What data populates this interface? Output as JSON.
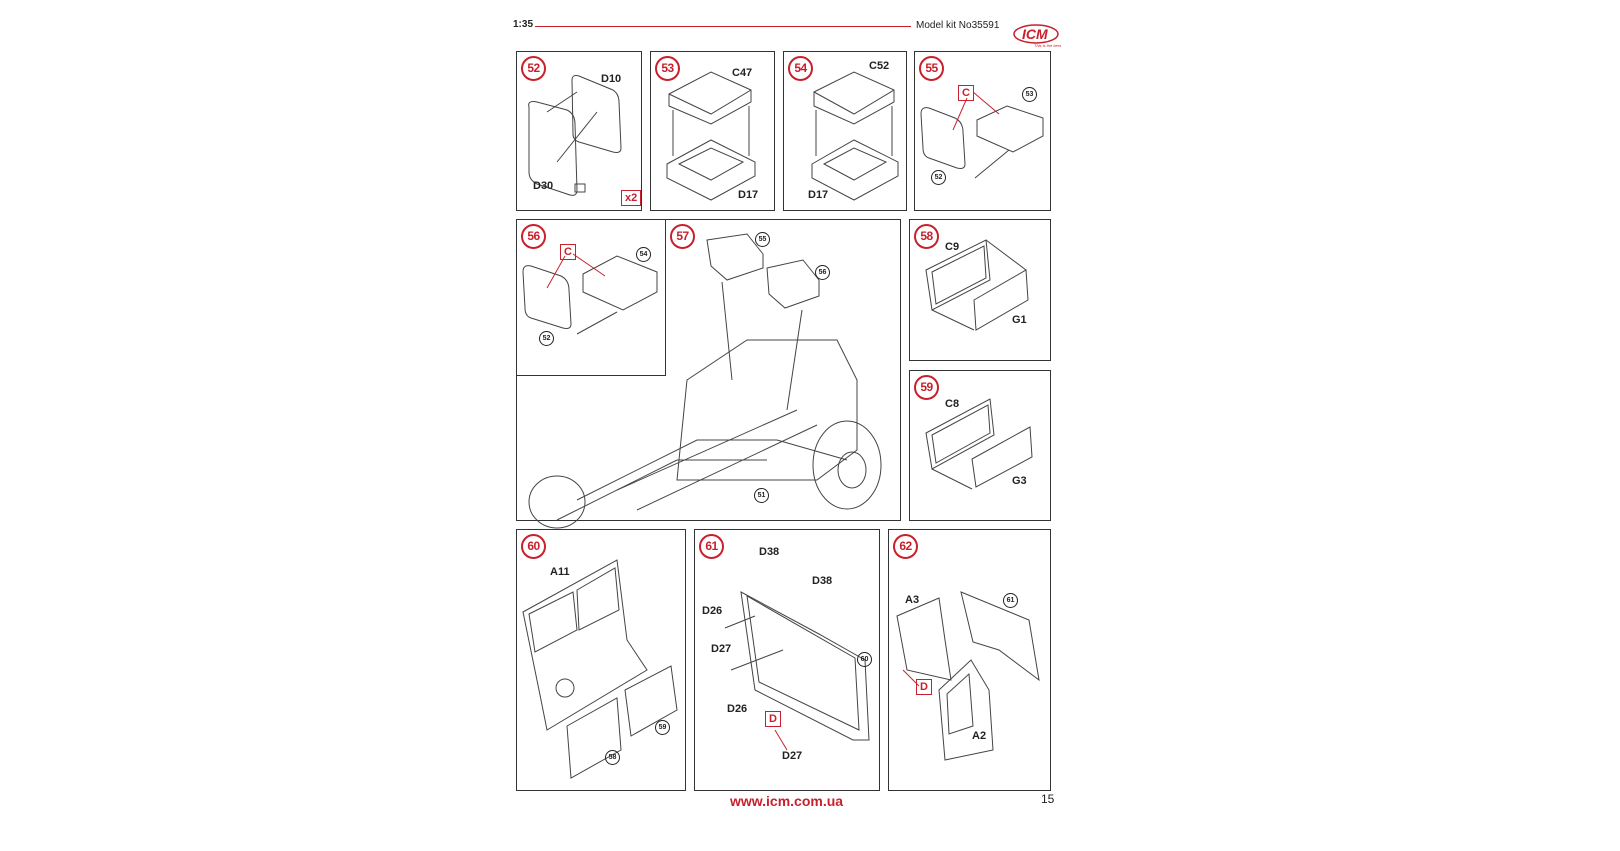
{
  "header": {
    "scale": "1:35",
    "model_kit": "Model kit No35591",
    "logo_text": "ICM",
    "logo_tagline": "This is the best"
  },
  "footer": {
    "website": "www.icm.com.ua",
    "page_number": "15"
  },
  "steps": {
    "s52": {
      "number": "52",
      "parts": [
        "D10",
        "D30"
      ],
      "multiplier": "x2"
    },
    "s53": {
      "number": "53",
      "parts": [
        "C47",
        "D17"
      ]
    },
    "s54": {
      "number": "54",
      "parts": [
        "C52",
        "D17"
      ]
    },
    "s55": {
      "number": "55",
      "color_code": "C",
      "refs": [
        "53",
        "52"
      ]
    },
    "s56": {
      "number": "56",
      "color_code": "C",
      "refs": [
        "54",
        "52"
      ]
    },
    "s57": {
      "number": "57",
      "refs": [
        "55",
        "56",
        "51"
      ]
    },
    "s58": {
      "number": "58",
      "parts": [
        "C9",
        "G1"
      ]
    },
    "s59": {
      "number": "59",
      "parts": [
        "C8",
        "G3"
      ]
    },
    "s60": {
      "number": "60",
      "parts": [
        "A11"
      ],
      "refs": [
        "59",
        "58"
      ]
    },
    "s61": {
      "number": "61",
      "parts": [
        "D38",
        "D38",
        "D26",
        "D27",
        "D26",
        "D27"
      ],
      "color_code": "D",
      "refs": [
        "60"
      ]
    },
    "s62": {
      "number": "62",
      "parts": [
        "A3",
        "A2"
      ],
      "color_code": "D",
      "refs": [
        "61"
      ]
    }
  },
  "colors": {
    "accent": "#c8202c"
  }
}
